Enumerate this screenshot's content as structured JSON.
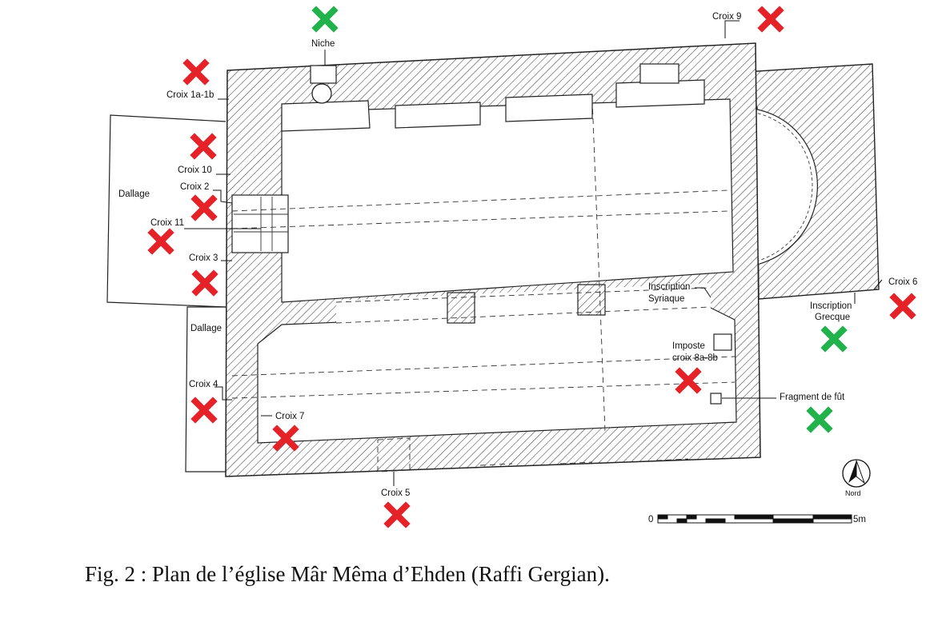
{
  "labels": {
    "niche": "Niche",
    "croix9": "Croix 9",
    "croix1": "Croix 1a-1b",
    "croix10": "Croix 10",
    "croix2": "Croix 2",
    "croix11": "Croix 11",
    "croix3": "Croix 3",
    "croix4": "Croix 4",
    "croix7": "Croix 7",
    "croix5": "Croix 5",
    "croix6": "Croix 6",
    "dallage_top": "Dallage",
    "dallage_bottom": "Dallage",
    "inscription_syriaque_1": "Inscription",
    "inscription_syriaque_2": "Syriaque",
    "inscription_grecque_1": "Inscription",
    "inscription_grecque_2": "Grecque",
    "imposte_1": "Imposte",
    "imposte_2": "croix 8a-8b",
    "fragment": "Fragment de fût",
    "nord": "Nord",
    "scale_start": "0",
    "scale_end": "5m"
  },
  "caption": "Fig. 2 : Plan de l’église Mâr Mêma d’Ehden (Raffi Gergian).",
  "colors": {
    "marker_red": "#e62229",
    "marker_green": "#22b24c",
    "wall_stroke": "#222222"
  },
  "markers": [
    {
      "name": "niche-marker",
      "color": "green"
    },
    {
      "name": "croix9-marker",
      "color": "red"
    },
    {
      "name": "croix1-marker",
      "color": "red"
    },
    {
      "name": "croix10-marker",
      "color": "red"
    },
    {
      "name": "croix2-marker",
      "color": "red"
    },
    {
      "name": "croix11-marker",
      "color": "red"
    },
    {
      "name": "croix3-marker",
      "color": "red"
    },
    {
      "name": "croix4-marker",
      "color": "red"
    },
    {
      "name": "croix7-marker",
      "color": "red"
    },
    {
      "name": "croix5-marker",
      "color": "red"
    },
    {
      "name": "croix6-marker",
      "color": "red"
    },
    {
      "name": "imposte-marker",
      "color": "red"
    },
    {
      "name": "inscription-grecque-marker",
      "color": "green"
    },
    {
      "name": "fragment-marker",
      "color": "green"
    }
  ]
}
